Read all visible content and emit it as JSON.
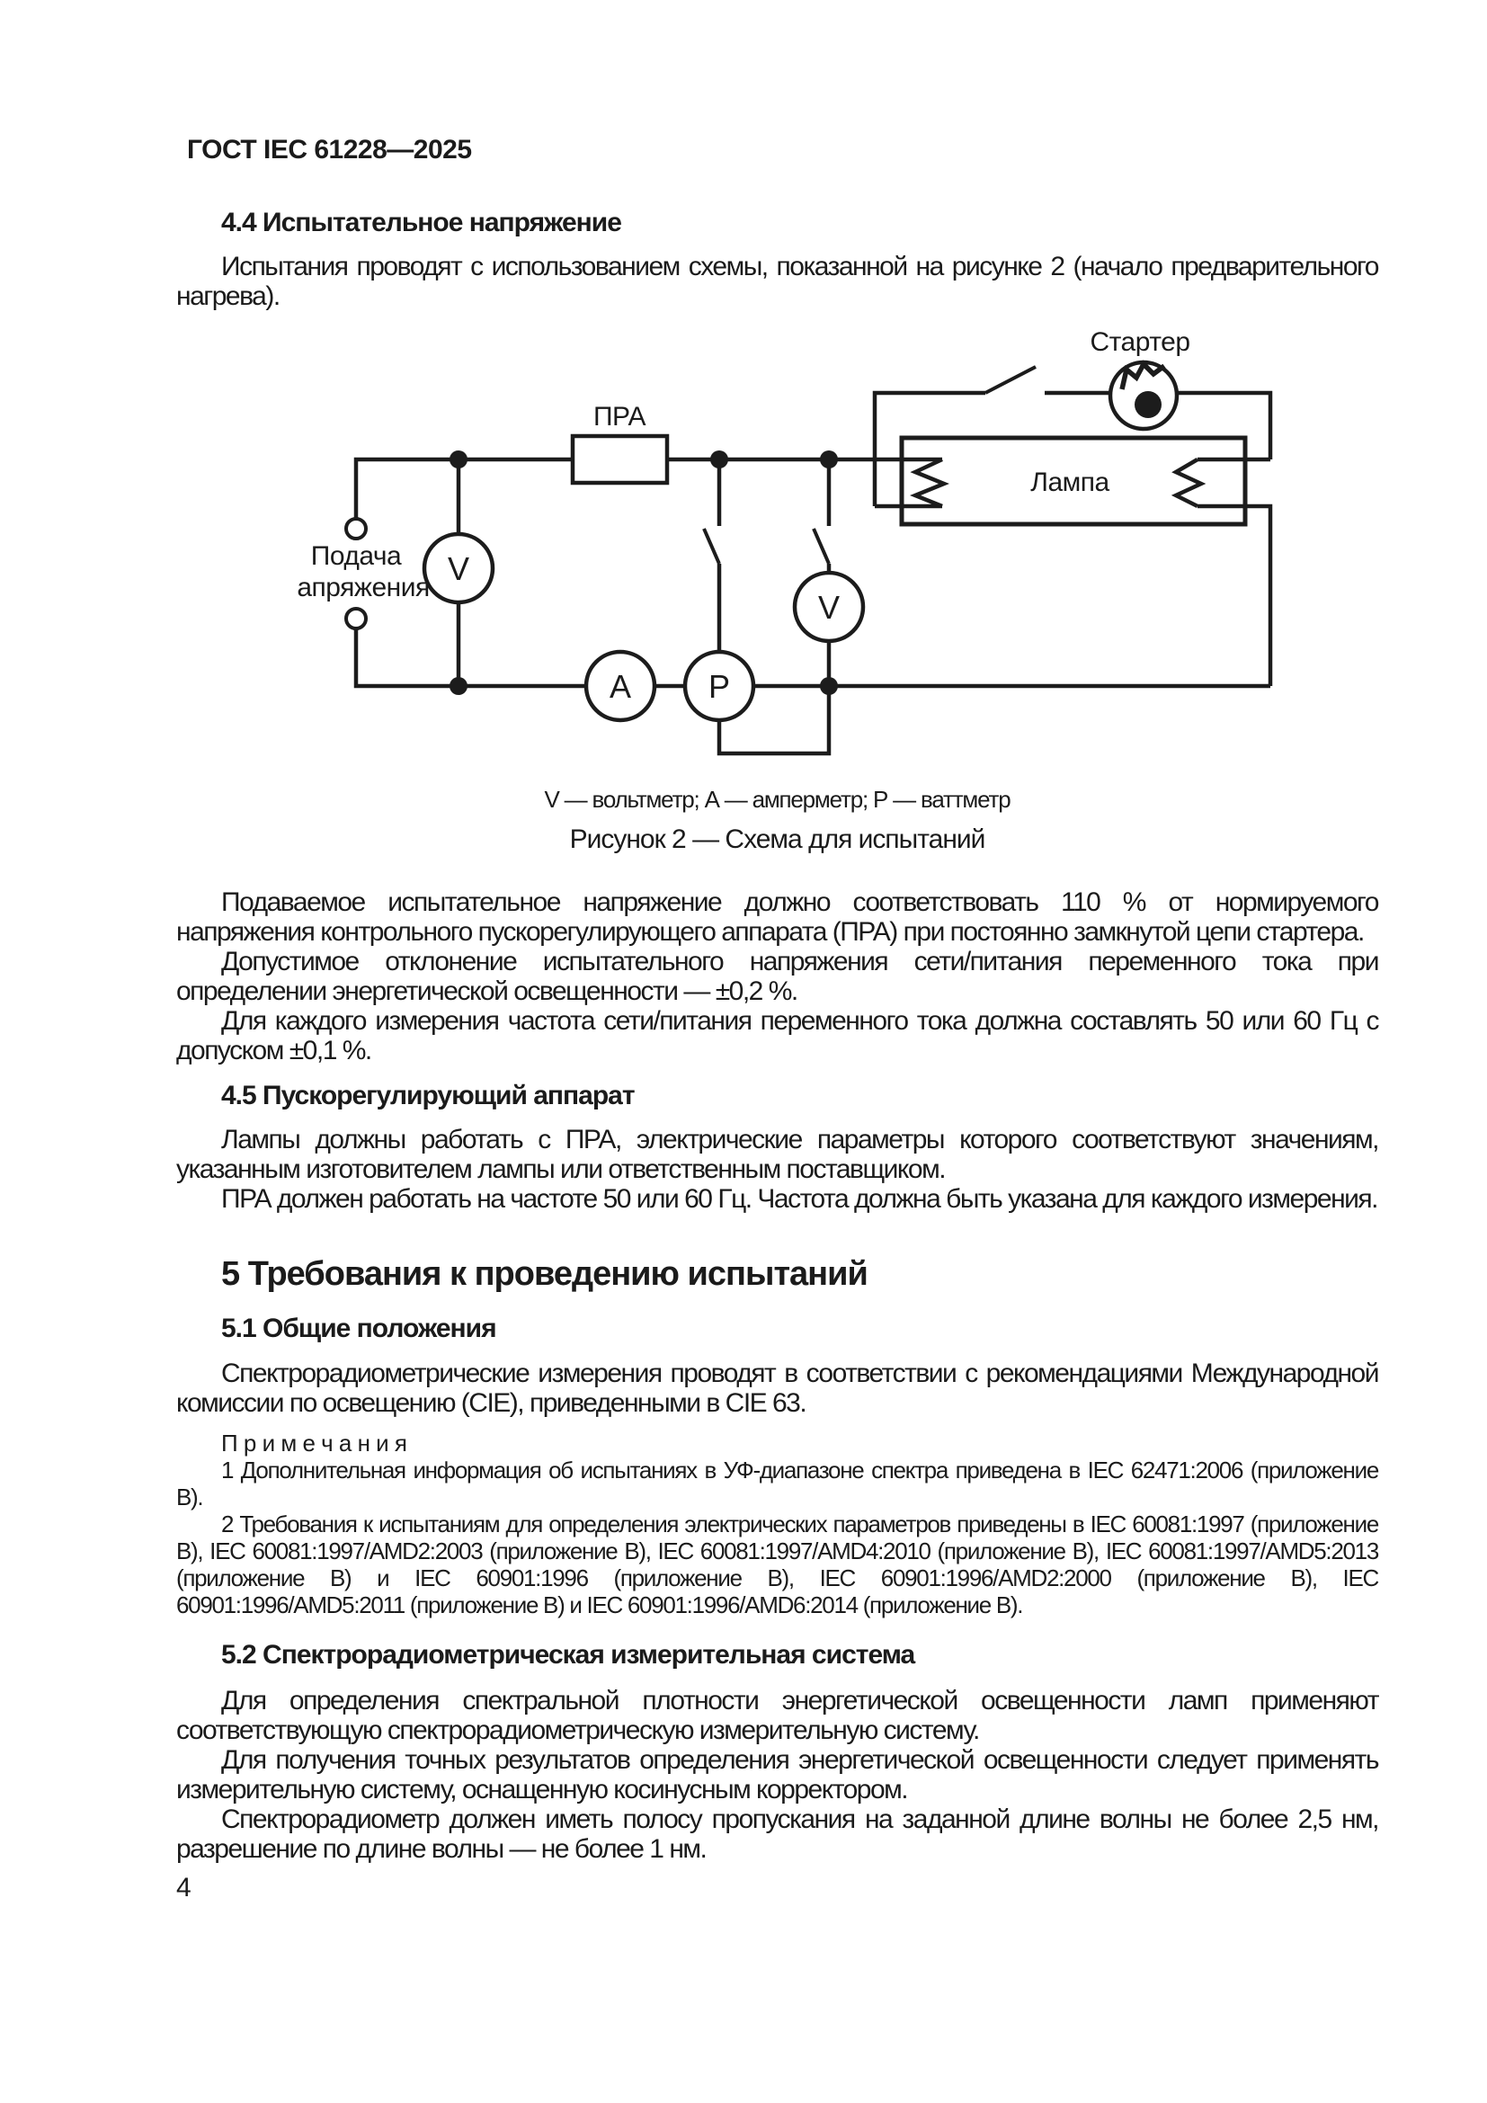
{
  "header": {
    "doc_code": "ГОСТ IEC 61228—2025"
  },
  "section44": {
    "title": "4.4 Испытательное напряжение",
    "intro": "Испытания проводят с использованием схемы, показанной на рисунке 2 (начало предварительного нагрева).",
    "p_supply": "Подаваемое испытательное напряжение должно соответствовать 110 % от нормируемого напряжения контрольного пускорегулирующего аппарата (ПРА) при постоянно замкнутой цепи стартера.",
    "p_tolerance": "Допустимое отклонение испытательного напряжения сети/питания переменного тока при определении энергетической освещенности — ±0,2 %.",
    "p_frequency": "Для каждого измерения частота сети/питания переменного тока должна составлять 50 или 60 Гц с допуском ±0,1 %."
  },
  "figure": {
    "labels": {
      "ballast": "ПРА",
      "starter": "Стартер",
      "lamp": "Лампа",
      "supply_line1": "Подача",
      "supply_line2": "напряжения",
      "voltmeter": "V",
      "ammeter": "A",
      "wattmeter": "P"
    },
    "caption_legend": "V — вольтметр; А — амперметр; Р — ваттметр",
    "caption_title": "Рисунок 2 — Схема для испытаний"
  },
  "section45": {
    "title": "4.5 Пускорегулирующий аппарат",
    "p_lamps": "Лампы должны работать с ПРА, электрические параметры которого соответствуют значениям, указанным изготовителем лампы или ответственным поставщиком.",
    "p_ballast": "ПРА должен работать на частоте 50 или 60 Гц. Частота должна быть указана для каждого измерения."
  },
  "section5": {
    "title": "5 Требования к проведению испытаний"
  },
  "section51": {
    "title": "5.1 Общие положения",
    "p_intro": "Спектрорадиометрические измерения проводят в соответствии с рекомендациями Международной комиссии по освещению (CIE), приведенными в CIE 63.",
    "notes_label": "П р и м е ч а н и я",
    "note1": "1 Дополнительная информация об испытаниях в УФ-диапазоне спектра приведена в IEC 62471:2006 (приложение В).",
    "note2": "2 Требования к испытаниям для определения электрических параметров приведены в IEC 60081:1997 (приложение В), IEC 60081:1997/AMD2:2003 (приложение В), IEC 60081:1997/AMD4:2010 (приложение В), IEC 60081:1997/AMD5:2013 (приложение В) и IEC 60901:1996 (приложение В), IEC 60901:1996/AMD2:2000 (приложение В), IEC 60901:1996/AMD5:2011 (приложение В) и IEC 60901:1996/AMD6:2014 (приложение В)."
  },
  "section52": {
    "title": "5.2 Спектрорадиометрическая измерительная система",
    "p_system": "Для определения спектральной плотности энергетической освещенности ламп применяют соответствующую спектрорадиометрическую измерительную систему.",
    "p_cosine": "Для получения точных результатов определения энергетической освещенности следует применять измерительную систему, оснащенную косинусным корректором.",
    "p_bandwidth": "Спектрорадиометр должен иметь полосу пропускания на заданной длине волны не более 2,5 нм, разрешение по длине волны — не более 1 нм."
  },
  "footer": {
    "page_number": "4"
  },
  "colors": {
    "ink": "#1b1b1b",
    "paper": "#ffffff"
  }
}
